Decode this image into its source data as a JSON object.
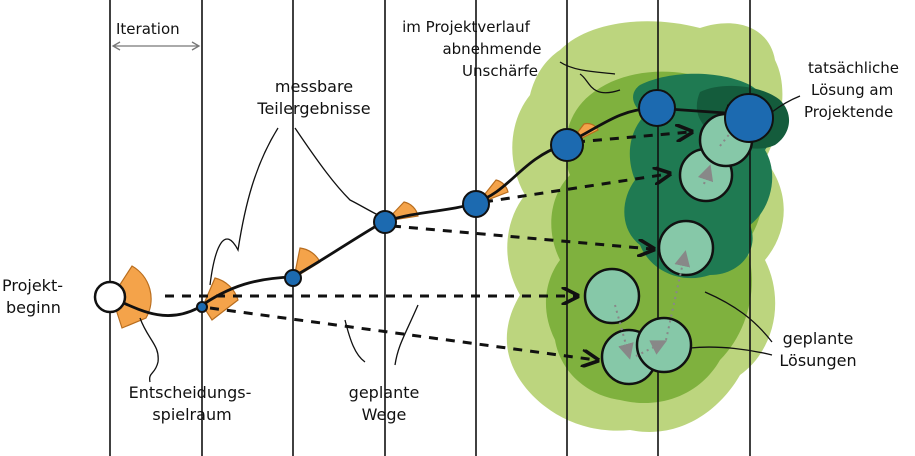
{
  "labels": {
    "iteration": "Iteration",
    "projekt_line1": "Projekt-",
    "projekt_line2": "beginn",
    "messbare_line1": "messbare",
    "messbare_line2": "Teilergebnisse",
    "unschaerfe_line1": "im Projektverlauf",
    "unschaerfe_line2": "abnehmende",
    "unschaerfe_line3": "Unschärfe",
    "tatsaechlich_line1": "tatsächliche",
    "tatsaechlich_line2": "Lösung am",
    "tatsaechlich_line3": "Projektende",
    "entscheidung_line1": "Entscheidungs-",
    "entscheidung_line2": "spielraum",
    "wege_line1": "geplante",
    "wege_line2": "Wege",
    "loesungen_line1": "geplante",
    "loesungen_line2": "Lösungen"
  },
  "colors": {
    "outer_blob": "#bcd57e",
    "middle_blob": "#7fb13e",
    "inner_blob": "#1f7a52",
    "core_blob": "#145c3c",
    "milestone": "#1c6ab0",
    "fan": "#f4a34a",
    "planned_solution": "#86c8a8",
    "line": "#111111"
  }
}
